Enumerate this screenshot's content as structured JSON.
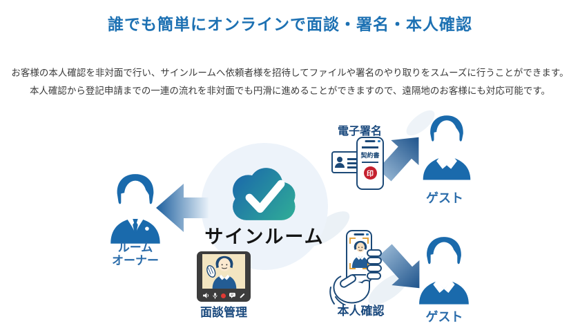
{
  "colors": {
    "title_blue": "#1d71b3",
    "body_text": "#3a3a3a",
    "label_navy": "#1b4a7e",
    "label_blue": "#2a6caa",
    "person_blue": "#1a6aac",
    "navy_outline": "#1c4977",
    "cloud_grad_start": "#1a66ab",
    "cloud_grad_end": "#30ae97",
    "circle_bg": "#edf3fa",
    "stamp_red": "#c5202e",
    "bracket_orange": "#e3a33c",
    "record_red": "#e03a34",
    "frame_dark": "#3c3c3c",
    "video_bg": "#f3e5c1"
  },
  "header": {
    "title": "誰でも簡単にオンラインで面談・署名・本人確認"
  },
  "intro": {
    "line1": "お客様の本人確認を非対面で行い、サインルームへ依頼者様を招待してファイルや署名のやり取りをスムーズに行うことができます。",
    "line2": "本人確認から登記申請までの一連の流れを非対面でも円滑に進めることができますので、遠隔地のお客様にも対応可能です。"
  },
  "diagram": {
    "cloud": {
      "label": "サインルーム",
      "icon": "cloud-check-icon"
    },
    "owner": {
      "label_line1": "ルーム",
      "label_line2": "オーナー",
      "icon": "business-person-icon"
    },
    "esign": {
      "label": "電子署名",
      "contract": "契約書",
      "stamp": "印",
      "icons": [
        "id-card-icon",
        "smartphone-contract-icon"
      ]
    },
    "guest_top": {
      "label": "ゲスト",
      "icon": "guest-person-icon"
    },
    "identity": {
      "label": "本人確認",
      "icon": "hand-smartphone-face-icon"
    },
    "guest_bottom": {
      "label": "ゲスト",
      "icon": "guest-person-icon"
    },
    "interview": {
      "label": "面談管理",
      "icon": "video-call-window-icon",
      "toolbar_icons": [
        "speaker-icon",
        "microphone-icon",
        "record-icon",
        "chat-icon",
        "pen-icon"
      ]
    }
  }
}
